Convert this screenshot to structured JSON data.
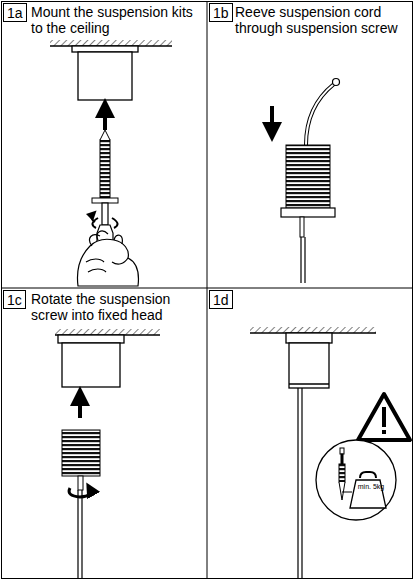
{
  "diagram": {
    "nodes": [
      {
        "text": [
          "1a"
        ]
      },
      {
        "text": [
          "1b"
        ]
      },
      {
        "text": [
          "1c"
        ]
      },
      {
        "text": [
          "1d"
        ]
      }
    ],
    "labels": [
      "Mount the suspension kits to the ceiling",
      "Reeve suspension cord through suspension screw",
      "Rotate the suspension screw into fixed head",
      "min. 5kg"
    ]
  }
}
